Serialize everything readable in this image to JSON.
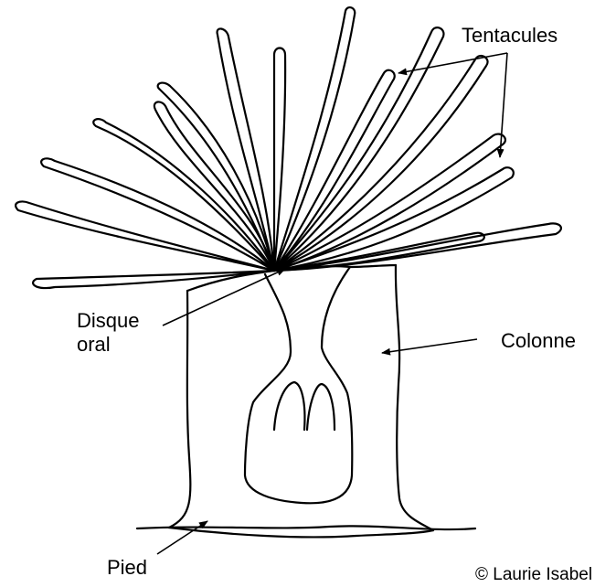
{
  "labels": {
    "tentacules": "Tentacules",
    "disque_line1": "Disque",
    "disque_line2": "oral",
    "colonne": "Colonne",
    "pied": "Pied",
    "credit": "© Laurie Isabel"
  },
  "colors": {
    "ink": "#000000",
    "background": "#ffffff"
  }
}
